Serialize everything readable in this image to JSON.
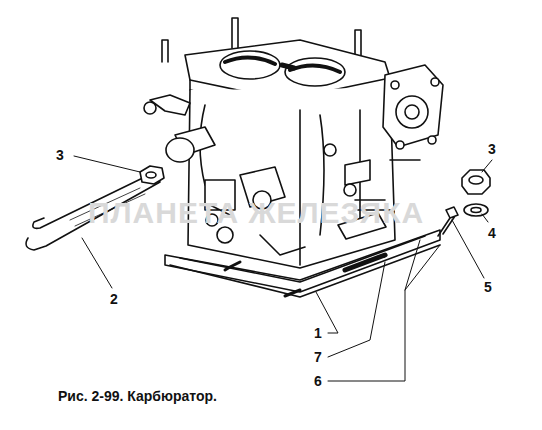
{
  "diagram": {
    "caption": "Рис. 2-99. Карбюратор.",
    "labels": [
      "ПЛАНЕТА ЖЕЛЕЗЯКА",
      "3",
      "2",
      "3",
      "4",
      "5",
      "1",
      "7",
      "6"
    ]
  }
}
